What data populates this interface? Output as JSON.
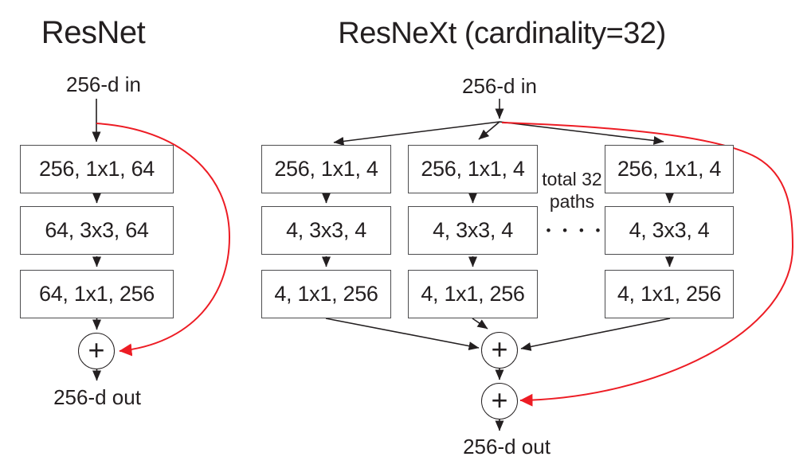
{
  "left_panel": {
    "title": "ResNet",
    "input_label": "256-d in",
    "layers": [
      "256, 1x1, 64",
      "64, 3x3, 64",
      "64, 1x1, 256"
    ],
    "sum_symbol": "+",
    "output_label": "256-d out"
  },
  "right_panel": {
    "title": "ResNeXt (cardinality=32)",
    "input_label": "256-d in",
    "paths": [
      {
        "layers": [
          "256, 1x1, 4",
          "4, 3x3, 4",
          "4, 1x1, 256"
        ]
      },
      {
        "layers": [
          "256, 1x1, 4",
          "4, 3x3, 4",
          "4, 1x1, 256"
        ]
      },
      {
        "layers": [
          "256, 1x1, 4",
          "4, 3x3, 4",
          "4, 1x1, 256"
        ]
      }
    ],
    "paths_note_line1": "total 32",
    "paths_note_line2": "paths",
    "ellipsis": "• • • •",
    "aggregate_sum_symbol": "+",
    "residual_sum_symbol": "+",
    "output_label": "256-d out"
  },
  "colors": {
    "line_black": "#231f20",
    "box_border": "#4d4d4f",
    "skip_connection_red": "#ed1c24",
    "background": "#ffffff"
  }
}
